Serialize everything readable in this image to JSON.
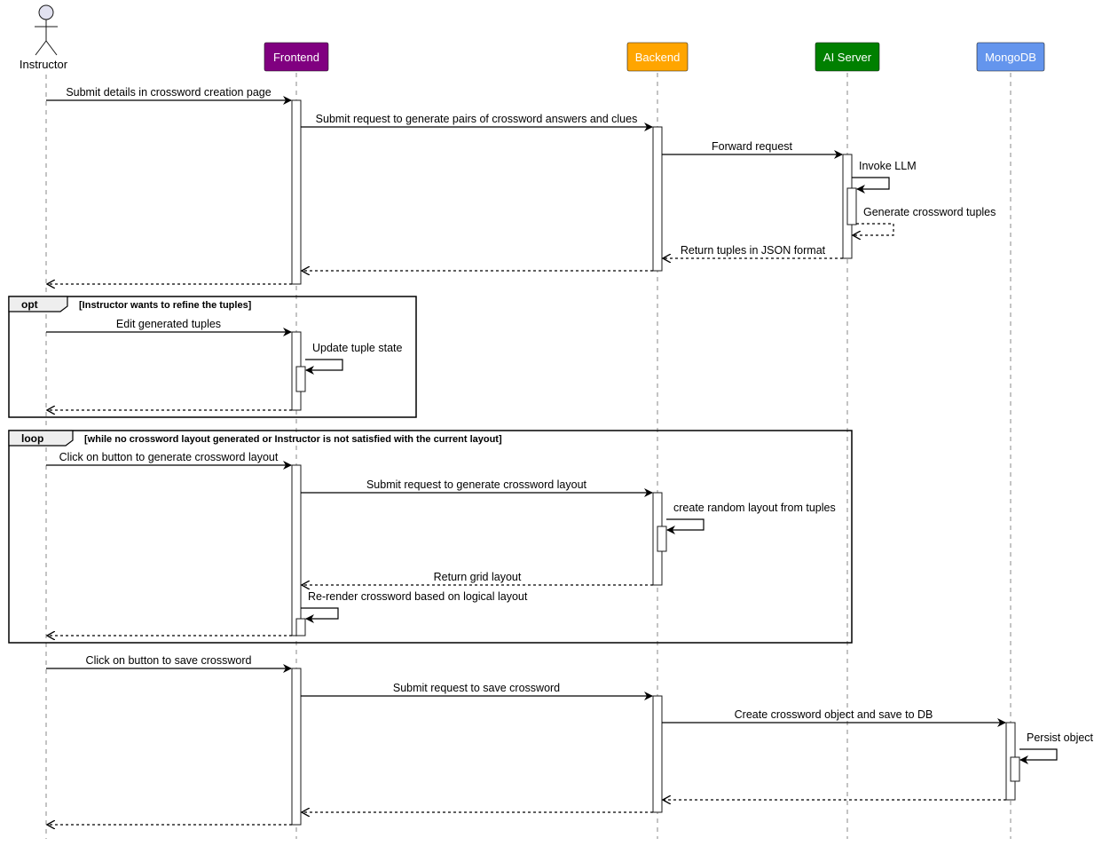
{
  "participants": [
    {
      "id": "instructor",
      "label": "Instructor",
      "kind": "actor"
    },
    {
      "id": "frontend",
      "label": "Frontend",
      "kind": "box",
      "color": "#800080"
    },
    {
      "id": "backend",
      "label": "Backend",
      "kind": "box",
      "color": "#FFA500"
    },
    {
      "id": "ai",
      "label": "AI Server",
      "kind": "box",
      "color": "#008000"
    },
    {
      "id": "mongo",
      "label": "MongoDB",
      "kind": "box",
      "color": "#6495ED"
    }
  ],
  "fragments": [
    {
      "kind": "opt",
      "guard": "[Instructor wants to refine the tuples]"
    },
    {
      "kind": "loop",
      "guard": "[while no crossword layout generated or Instructor is not satisfied with the current layout]"
    }
  ],
  "messages": [
    {
      "from": "instructor",
      "to": "frontend",
      "label": "Submit details in crossword creation page"
    },
    {
      "from": "frontend",
      "to": "backend",
      "label": "Submit request to generate pairs of crossword answers and clues"
    },
    {
      "from": "backend",
      "to": "ai",
      "label": "Forward request"
    },
    {
      "from": "ai",
      "to": "ai",
      "label": "Invoke LLM"
    },
    {
      "from": "ai",
      "to": "ai",
      "label": "Generate crossword tuples",
      "dashed": true
    },
    {
      "from": "ai",
      "to": "backend",
      "label": "Return tuples in JSON format",
      "dashed": true
    },
    {
      "from": "backend",
      "to": "frontend",
      "label": "",
      "dashed": true
    },
    {
      "from": "frontend",
      "to": "instructor",
      "label": "",
      "dashed": true
    },
    {
      "from": "instructor",
      "to": "frontend",
      "label": "Edit generated tuples"
    },
    {
      "from": "frontend",
      "to": "frontend",
      "label": "Update tuple state"
    },
    {
      "from": "frontend",
      "to": "instructor",
      "label": "",
      "dashed": true
    },
    {
      "from": "instructor",
      "to": "frontend",
      "label": "Click on button to generate crossword layout"
    },
    {
      "from": "frontend",
      "to": "backend",
      "label": "Submit request to generate crossword layout"
    },
    {
      "from": "backend",
      "to": "backend",
      "label": "create random layout from tuples"
    },
    {
      "from": "backend",
      "to": "frontend",
      "label": "Return grid layout",
      "dashed": true
    },
    {
      "from": "frontend",
      "to": "frontend",
      "label": "Re-render crossword based on logical layout"
    },
    {
      "from": "frontend",
      "to": "instructor",
      "label": "",
      "dashed": true
    },
    {
      "from": "instructor",
      "to": "frontend",
      "label": "Click on button to save crossword"
    },
    {
      "from": "frontend",
      "to": "backend",
      "label": "Submit request to save crossword"
    },
    {
      "from": "backend",
      "to": "mongo",
      "label": "Create crossword object and save to DB"
    },
    {
      "from": "mongo",
      "to": "mongo",
      "label": "Persist object"
    },
    {
      "from": "mongo",
      "to": "backend",
      "label": "",
      "dashed": true
    },
    {
      "from": "backend",
      "to": "frontend",
      "label": "",
      "dashed": true
    },
    {
      "from": "frontend",
      "to": "instructor",
      "label": "",
      "dashed": true
    }
  ]
}
